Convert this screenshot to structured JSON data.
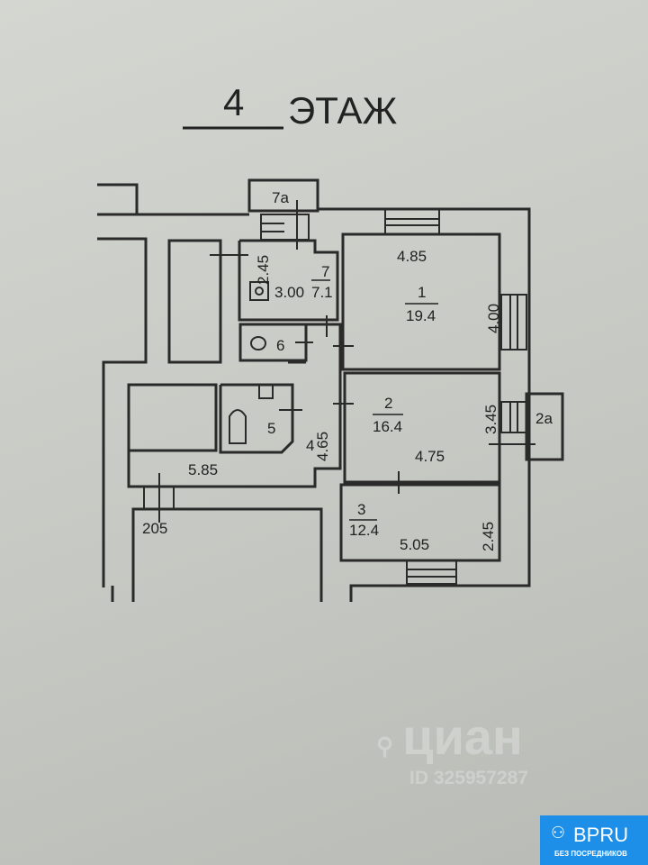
{
  "title": {
    "floor_number": "4",
    "floor_word": "ЭТАЖ"
  },
  "rooms": [
    {
      "number": "1",
      "area": "19.4",
      "dims": [
        "4.85",
        "4.00"
      ]
    },
    {
      "number": "2",
      "area": "16.4",
      "dims": [
        "4.75",
        "3.45"
      ]
    },
    {
      "number": "3",
      "area": "12.4",
      "dims": [
        "5.05",
        "2.45"
      ]
    },
    {
      "number": "4",
      "dims": [
        "4.65",
        "5.85"
      ]
    },
    {
      "number": "5"
    },
    {
      "number": "6"
    },
    {
      "number": "7",
      "area": "7.1",
      "dims": [
        "2.45",
        "3.00"
      ]
    }
  ],
  "balconies": [
    "7а",
    "2а"
  ],
  "other_label": "205",
  "watermark": {
    "brand": "циан",
    "id": "ID 325957287"
  },
  "badge": {
    "name": "BPRU",
    "tagline": "БЕЗ ПОСРЕДНИКОВ",
    "color": "#1e8fe8"
  }
}
